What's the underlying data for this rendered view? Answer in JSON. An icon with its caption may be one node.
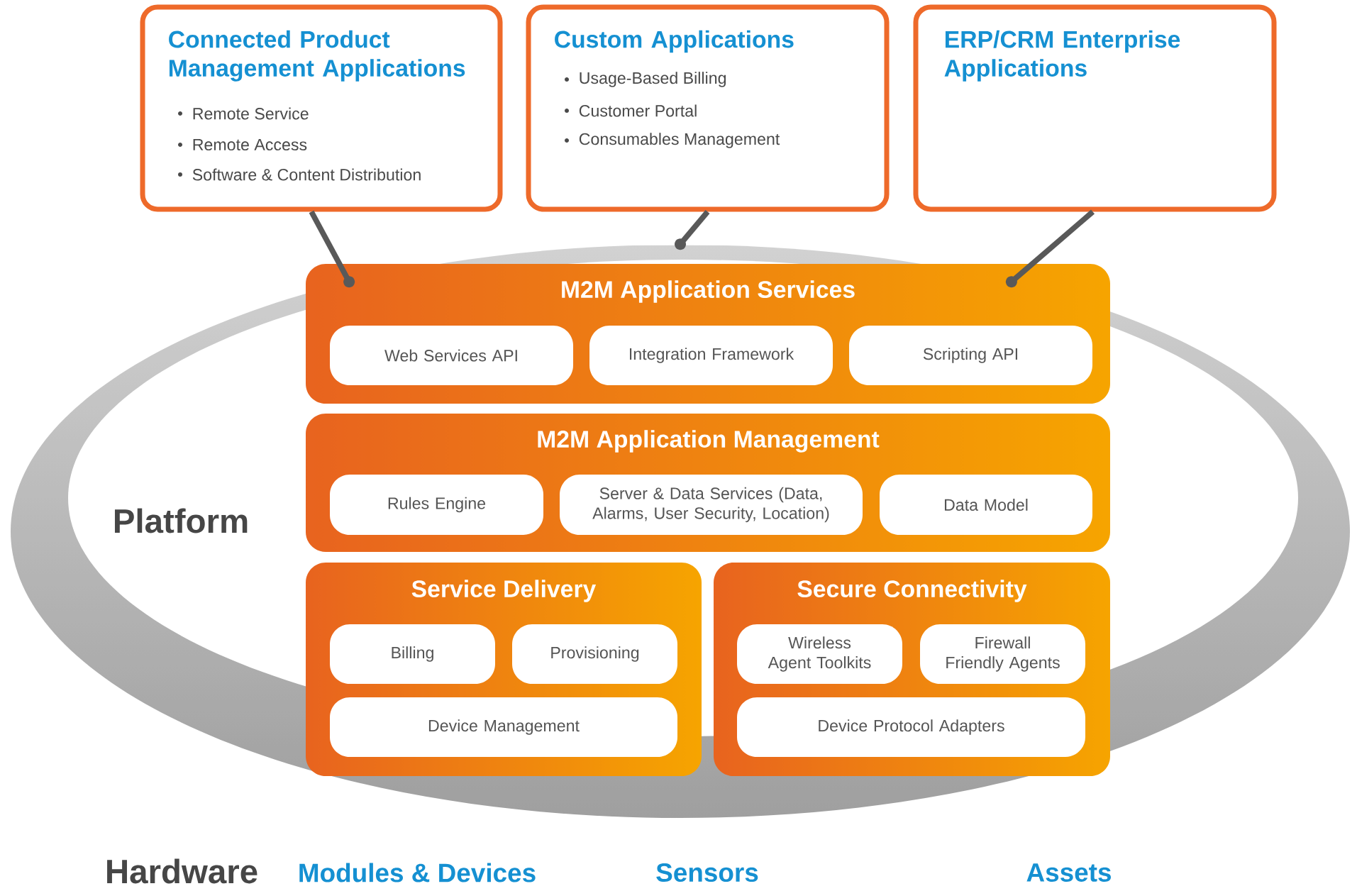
{
  "diagram": {
    "nodes": [
      {
        "text": [
          "Connected Product Management Applications",
          "Remote Service",
          "Remote Access",
          "Software & Content Distribution"
        ]
      },
      {
        "text": [
          "Custom Applications",
          "Usage-Based Billing",
          "Customer Portal",
          "Consumables Management"
        ]
      },
      {
        "text": [
          "ERP/CRM Enterprise Applications"
        ]
      },
      {
        "text": [
          "Platform"
        ]
      },
      {
        "text": [
          "M2M Application Services"
        ],
        "in": 3
      },
      {
        "text": [
          "Web Services API"
        ],
        "in": 4
      },
      {
        "text": [
          "Integration Framework"
        ],
        "in": 4
      },
      {
        "text": [
          "Scripting API"
        ],
        "in": 4
      },
      {
        "text": [
          "M2M Application Management"
        ],
        "in": 3
      },
      {
        "text": [
          "Rules Engine"
        ],
        "in": 8
      },
      {
        "text": [
          "Server & Data Services (Data, Alarms, User Security, Location)"
        ],
        "in": 8
      },
      {
        "text": [
          "Data Model"
        ],
        "in": 8
      },
      {
        "text": [
          "Service Delivery"
        ],
        "in": 3
      },
      {
        "text": [
          "Billing"
        ],
        "in": 12
      },
      {
        "text": [
          "Provisioning"
        ],
        "in": 12
      },
      {
        "text": [
          "Device Management"
        ],
        "in": 12
      },
      {
        "text": [
          "Secure Connectivity"
        ],
        "in": 3
      },
      {
        "text": [
          "Wireless Agent Toolkits"
        ],
        "in": 16
      },
      {
        "text": [
          "Firewall Friendly Agents"
        ],
        "in": 16
      },
      {
        "text": [
          "Device Protocol Adapters"
        ],
        "in": 16
      }
    ],
    "edges": [
      {
        "from": 0,
        "to": 3,
        "arrow": "other"
      },
      {
        "from": 1,
        "to": 3,
        "arrow": "other"
      },
      {
        "from": 2,
        "to": 3,
        "arrow": "other"
      }
    ],
    "labels": [
      "Hardware",
      "Modules & Devices",
      "Sensors",
      "Assets"
    ]
  }
}
